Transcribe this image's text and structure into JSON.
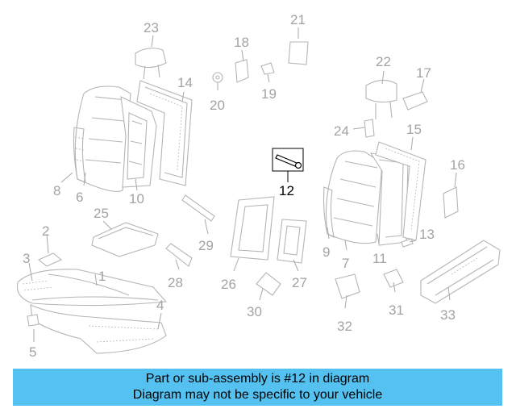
{
  "diagram": {
    "highlighted_part": "12",
    "part_labels": {
      "p1": "1",
      "p2": "2",
      "p3": "3",
      "p4": "4",
      "p5": "5",
      "p6": "6",
      "p7": "7",
      "p8": "8",
      "p9": "9",
      "p10": "10",
      "p11": "11",
      "p12": "12",
      "p13": "13",
      "p14": "14",
      "p15": "15",
      "p16": "16",
      "p17": "17",
      "p18": "18",
      "p19": "19",
      "p20": "20",
      "p21": "21",
      "p22": "22",
      "p23": "23",
      "p24": "24",
      "p25": "25",
      "p26": "26",
      "p27": "27",
      "p28": "28",
      "p29": "29",
      "p30": "30",
      "p31": "31",
      "p32": "32",
      "p33": "33"
    }
  },
  "banner": {
    "line1": "Part or sub-assembly is #12 in diagram",
    "line2": "Diagram may not be specific to your vehicle",
    "background": "#55c1f1"
  }
}
